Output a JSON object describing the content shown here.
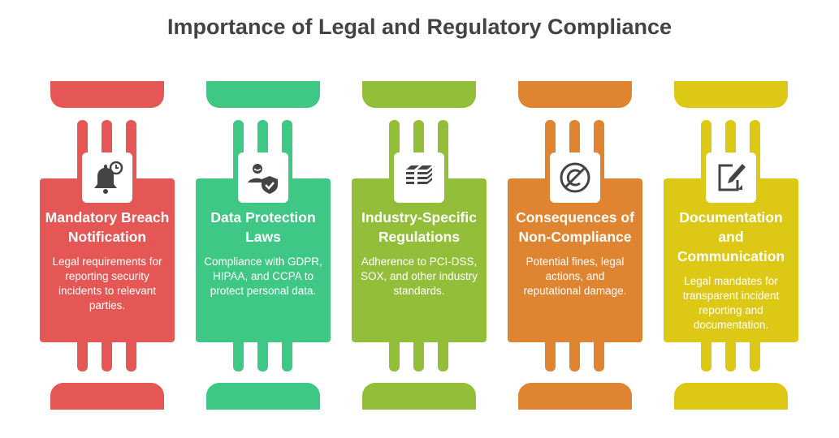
{
  "title": "Importance of Legal and Regulatory Compliance",
  "columns": [
    {
      "heading": "Mandatory Breach Notification",
      "text": "Legal requirements for reporting security incidents to relevant parties.",
      "color": "#E55754",
      "icon": "bell-clock-icon"
    },
    {
      "heading": "Data Protection Laws",
      "text": "Compliance with GDPR, HIPAA, and CCPA to protect personal data.",
      "color": "#3EC785",
      "icon": "user-shield-icon"
    },
    {
      "heading": "Industry-Specific Regulations",
      "text": "Adherence to PCI-DSS, SOX, and other industry standards.",
      "color": "#93BE3A",
      "icon": "stacked-layers-icon"
    },
    {
      "heading": "Consequences of Non-Compliance",
      "text": "Potential fines, legal actions, and reputational damage.",
      "color": "#DF8430",
      "icon": "no-copyright-icon"
    },
    {
      "heading": "Documentation and Communication",
      "text": "Legal mandates for transparent incident reporting and documentation.",
      "color": "#DDC915",
      "icon": "pen-document-icon"
    }
  ]
}
